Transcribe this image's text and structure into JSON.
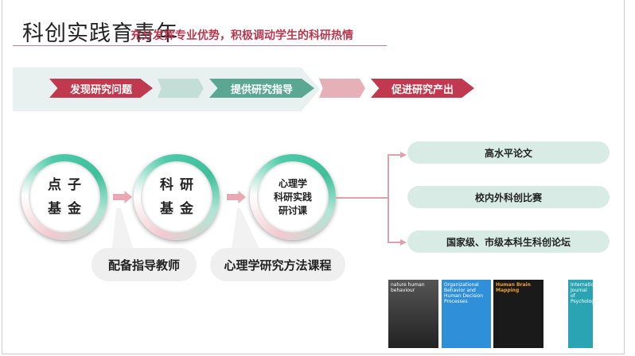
{
  "header": {
    "title": "科创实践育青年",
    "subtitle": "充分发挥专业优势，积极调动学生的科研热情"
  },
  "process_steps": [
    "发现研究问题",
    "提供研究指导",
    "促进研究产出"
  ],
  "circles": [
    {
      "line1": "点子",
      "line2": "基金"
    },
    {
      "line1": "科研",
      "line2": "基金"
    },
    {
      "lines": [
        "心理学",
        "科研实践",
        "研讨课"
      ]
    }
  ],
  "supports": [
    "配备指导教师",
    "心理学研究方法课程"
  ],
  "outcomes": [
    "高水平论文",
    "校内外科创比赛",
    "国家级、市级本科生科创论坛"
  ],
  "journals": [
    {
      "title": "nature human behaviour"
    },
    {
      "title": "Organizational Behavior and Human Decision Processes"
    },
    {
      "title": "Human Brain Mapping"
    },
    {
      "title": "International Journal of Psychology"
    }
  ],
  "colors": {
    "red": "#c0394f",
    "teal": "#5aa893",
    "pink": "#e6b0b8",
    "light_teal": "#c3ded7"
  }
}
